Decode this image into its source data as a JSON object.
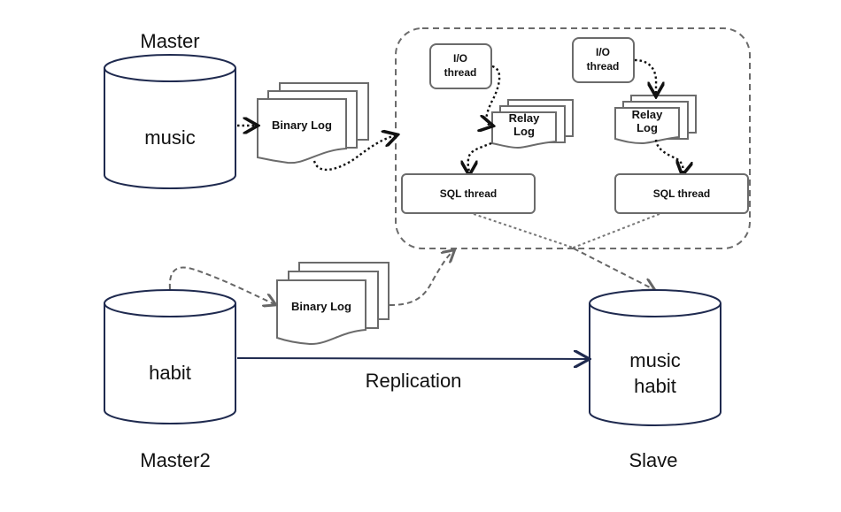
{
  "nodes": {
    "master": {
      "caption": "Master",
      "db_label": "music"
    },
    "master2": {
      "caption": "Master2",
      "db_label": "habit"
    },
    "slave": {
      "caption": "Slave",
      "db_line1": "music",
      "db_line2": "habit"
    },
    "binlog_master": {
      "label": "Binary Log"
    },
    "binlog_master2": {
      "label": "Binary Log"
    },
    "left_channel": {
      "io_thread_line1": "I/O",
      "io_thread_line2": "thread",
      "relay_line1": "Relay",
      "relay_line2": "Log",
      "sql_thread": "SQL thread"
    },
    "right_channel": {
      "io_thread_line1": "I/O",
      "io_thread_line2": "thread",
      "relay_line1": "Relay",
      "relay_line2": "Log",
      "sql_thread": "SQL thread"
    }
  },
  "edges": {
    "replication_label": "Replication"
  },
  "colors": {
    "db_stroke": "#1f2a4f",
    "shape_stroke": "#6b6b6b",
    "text": "#111111"
  }
}
